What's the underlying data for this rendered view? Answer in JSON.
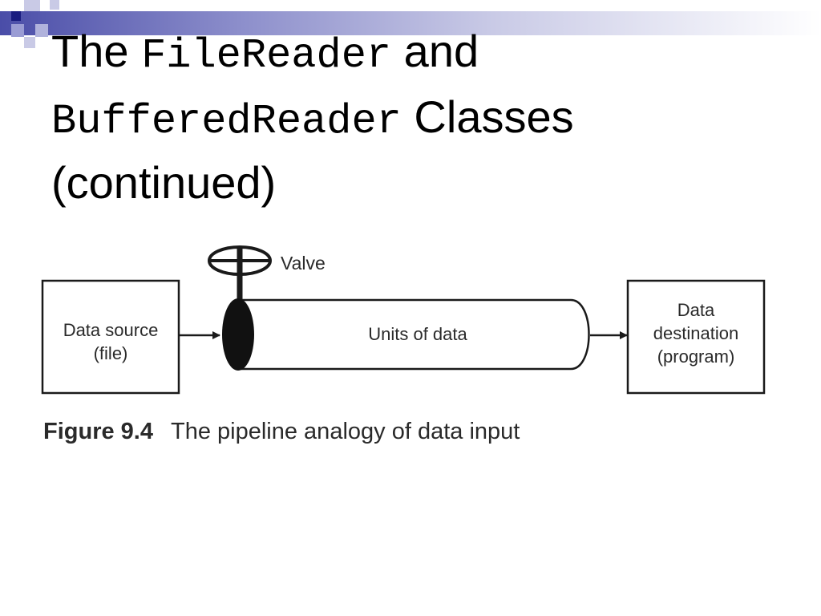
{
  "slide": {
    "title": {
      "part1": "The ",
      "code1": "FileReader",
      "part2": " and",
      "code2": "BufferedReader",
      "part3": " Classes",
      "part4": "(continued)"
    },
    "figure": {
      "valve_label": "Valve",
      "source_line1": "Data source",
      "source_line2": "(file)",
      "pipe_label": "Units of data",
      "dest_line1": "Data",
      "dest_line2": "destination",
      "dest_line3": "(program)"
    },
    "caption": {
      "label": "Figure 9.4",
      "text": "The pipeline analogy of data input"
    }
  },
  "colors": {
    "accent_dark": "#2b2e8f",
    "accent_mid": "#6f72c2",
    "accent_light": "#b9bbe2"
  }
}
